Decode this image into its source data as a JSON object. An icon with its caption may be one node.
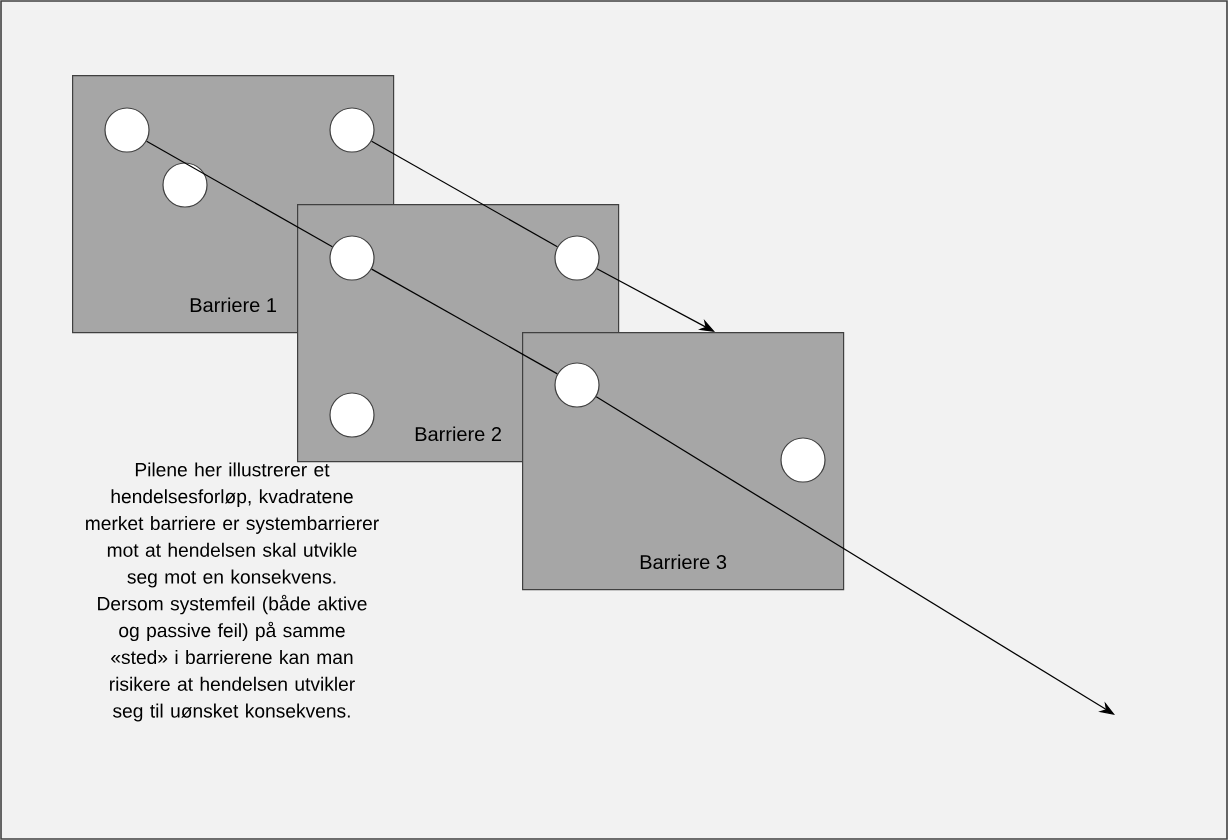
{
  "diagram": {
    "nodes": [
      {
        "text": [
          "Barriere 1"
        ]
      },
      {
        "text": [],
        "shape": "circle",
        "in": 0
      },
      {
        "text": [],
        "shape": "circle",
        "in": 0
      },
      {
        "text": [],
        "shape": "circle",
        "in": 0
      },
      {
        "text": [
          "Barriere 2"
        ]
      },
      {
        "text": [],
        "shape": "circle"
      },
      {
        "text": [],
        "shape": "circle",
        "in": 4
      },
      {
        "text": [],
        "shape": "circle",
        "in": 4
      },
      {
        "text": [
          "Barriere 3"
        ]
      },
      {
        "text": [],
        "shape": "circle"
      },
      {
        "text": [],
        "shape": "circle",
        "in": 8
      }
    ],
    "edges": [
      {
        "from": 1,
        "to": 5,
        "arrow": "none"
      },
      {
        "from": 5,
        "to": 9,
        "arrow": "none"
      },
      {
        "from": 9,
        "to": null,
        "arrow": "to"
      },
      {
        "from": 2,
        "to": 6,
        "arrow": "none"
      },
      {
        "from": 6,
        "to": 8,
        "arrow": "to"
      }
    ],
    "labels": [
      "Pilene her illustrerer et hendelsesforløp, kvadratene merket barriere er systembarrierer mot at hendelsen skal utvikle seg mot en konsekvens. Dersom systemfeil (både aktive og passive feil) på samme «sted» i barrierene kan man risikere at hendelsen utvikler seg til uønsket konsekvens."
    ]
  }
}
